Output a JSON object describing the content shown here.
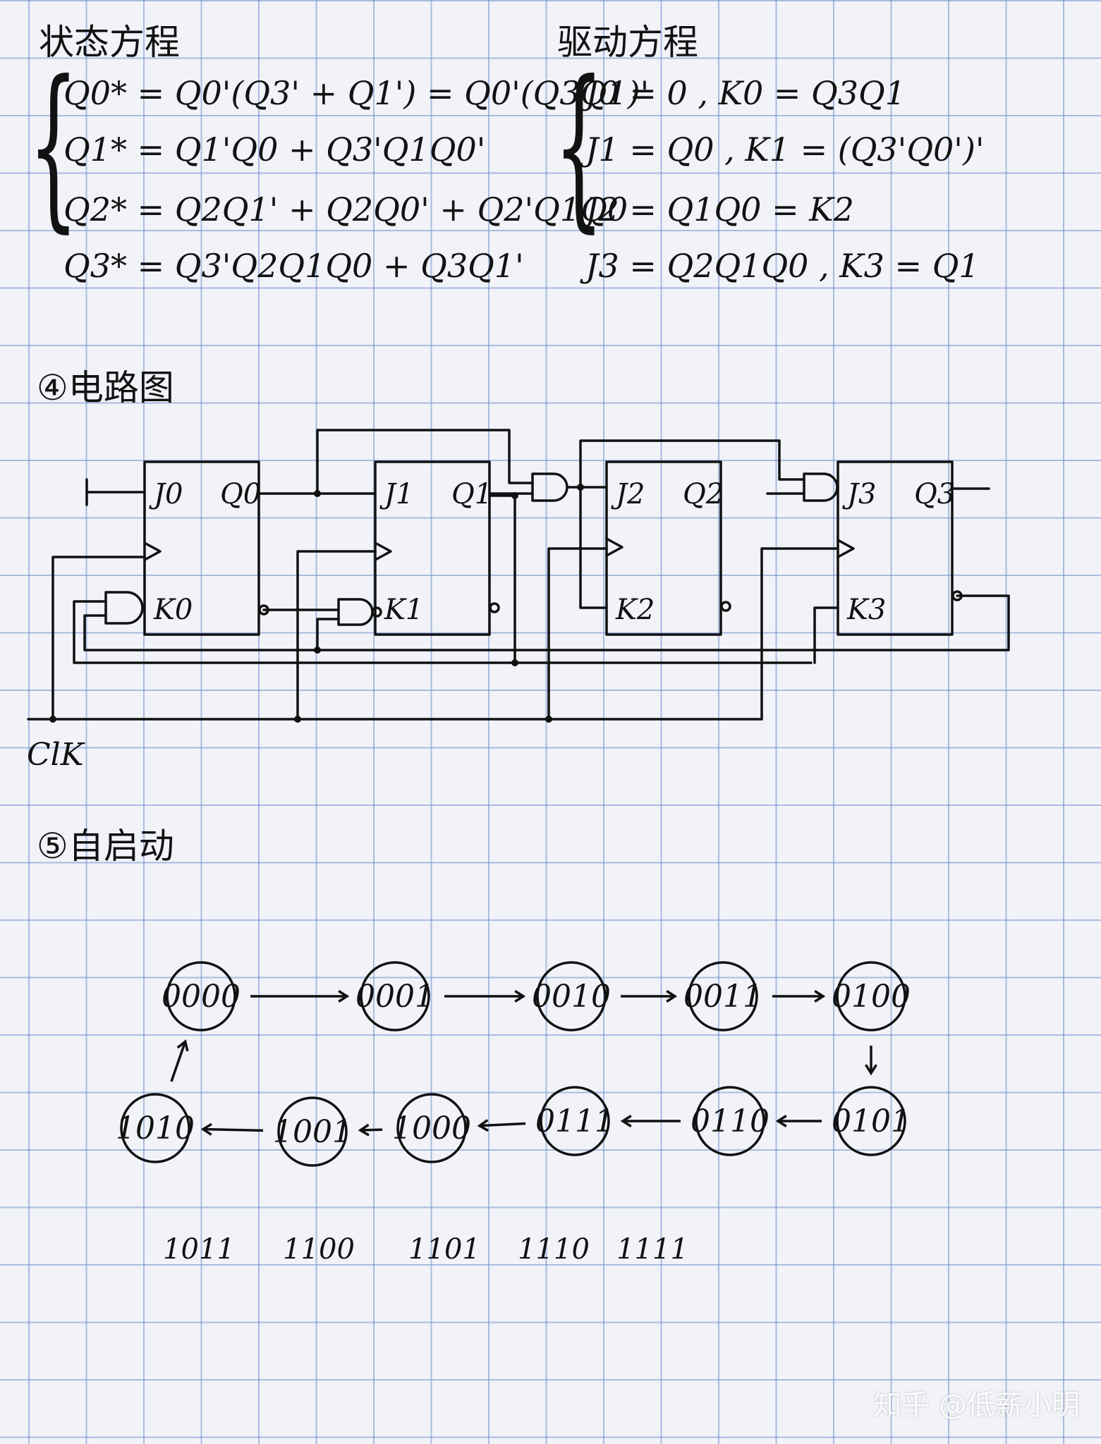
{
  "sections": {
    "state_title": "状态方程",
    "drive_title": "驱动方程",
    "circuit_title": "④电路图",
    "selfstart_title": "⑤自启动"
  },
  "state_equations": [
    "Q0* = Q0'(Q3' + Q1') = Q0'(Q3Q1)'",
    "Q1* = Q1'Q0 + Q3'Q1Q0'",
    "Q2* = Q2Q1' +   Q2Q0' + Q2'Q1Q0",
    "Q3* = Q3'Q2Q1Q0 + Q3Q1'"
  ],
  "drive_equations": [
    "J0 = 0 , K0 = Q3Q1",
    "J1 = Q0      , K1 = (Q3'Q0')'",
    "J2 = Q1Q0 = K2",
    "J3 = Q2Q1Q0 , K3 = Q1"
  ],
  "circuit": {
    "flipflops": [
      {
        "j": "J0",
        "q": "Q0",
        "k": "K0"
      },
      {
        "j": "J1",
        "q": "Q1",
        "k": "K1"
      },
      {
        "j": "J2",
        "q": "Q2",
        "k": "K2"
      },
      {
        "j": "J3",
        "q": "Q3",
        "k": "K3"
      }
    ],
    "clock_label": "ClK"
  },
  "state_diagram": {
    "states": [
      "0000",
      "0001",
      "0010",
      "0011",
      "0100",
      "0101",
      "0110",
      "0111",
      "1000",
      "1001",
      "1010"
    ],
    "unused_states": [
      "1011",
      "1100",
      "1101",
      "1110",
      "1111"
    ]
  },
  "watermark": "知乎 @低薪小明"
}
